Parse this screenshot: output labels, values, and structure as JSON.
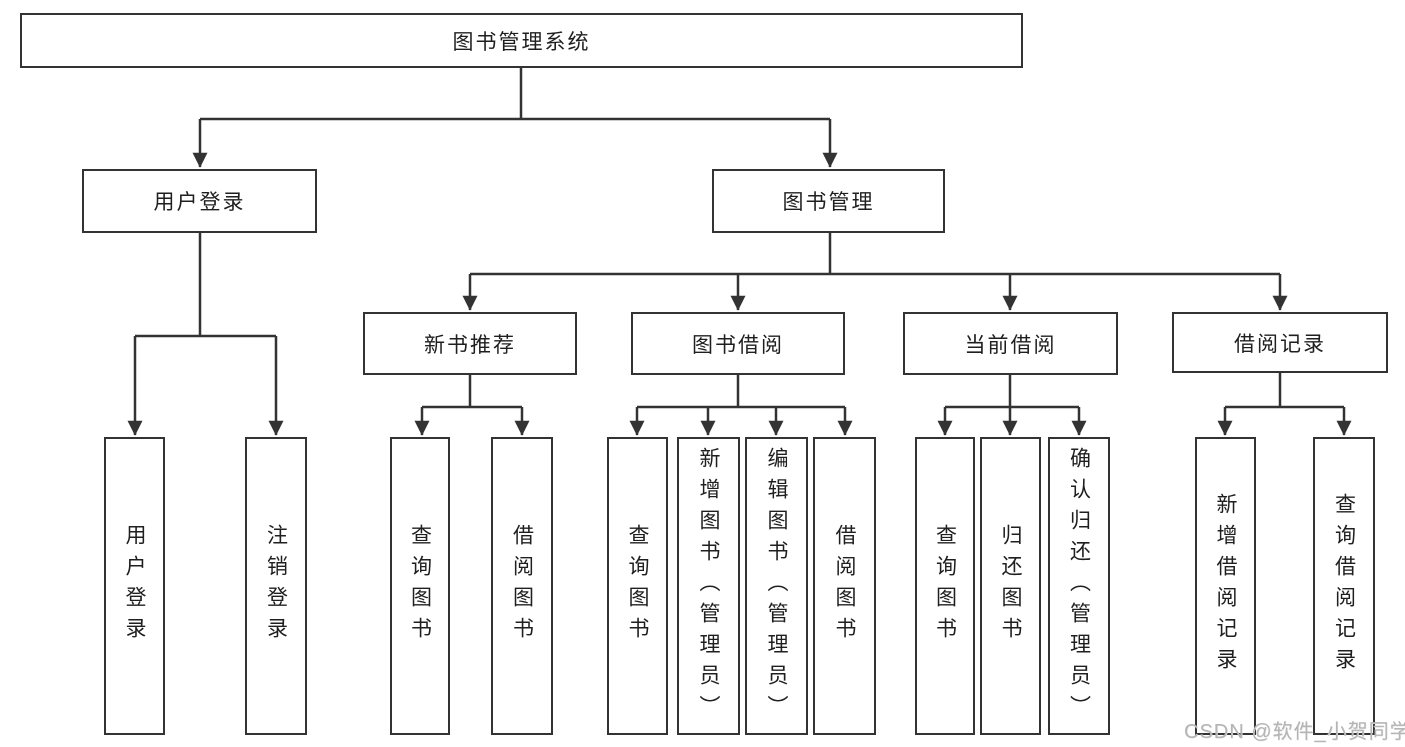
{
  "diagram": {
    "title_node": {
      "label": "图书管理系统"
    },
    "level2": [
      {
        "label": "用户登录"
      },
      {
        "label": "图书管理"
      }
    ],
    "level3": [
      {
        "label": "新书推荐",
        "parent": "图书管理"
      },
      {
        "label": "图书借阅",
        "parent": "图书管理"
      },
      {
        "label": "当前借阅",
        "parent": "图书管理"
      },
      {
        "label": "借阅记录",
        "parent": "图书管理"
      }
    ],
    "leaves": [
      {
        "label": "用户登录",
        "parent": "用户登录"
      },
      {
        "label": "注销登录",
        "parent": "用户登录"
      },
      {
        "label": "查询图书",
        "parent": "新书推荐"
      },
      {
        "label": "借阅图书",
        "parent": "新书推荐"
      },
      {
        "label": "查询图书",
        "parent": "图书借阅"
      },
      {
        "label": "新增图书（管理员）",
        "parent": "图书借阅"
      },
      {
        "label": "编辑图书（管理员）",
        "parent": "图书借阅"
      },
      {
        "label": "借阅图书",
        "parent": "图书借阅"
      },
      {
        "label": "查询图书",
        "parent": "当前借阅"
      },
      {
        "label": "归还图书",
        "parent": "当前借阅"
      },
      {
        "label": "确认归还（管理员）",
        "parent": "当前借阅"
      },
      {
        "label": "新增借阅记录",
        "parent": "借阅记录"
      },
      {
        "label": "查询借阅记录",
        "parent": "借阅记录"
      }
    ]
  },
  "watermark": {
    "text": "CSDN @软件_小贺同学"
  },
  "colors": {
    "line": "#333333",
    "text": "#1f1f1f",
    "box_fill": "#ffffff",
    "background": "#ffffff",
    "watermark": "#b5b5b5"
  }
}
